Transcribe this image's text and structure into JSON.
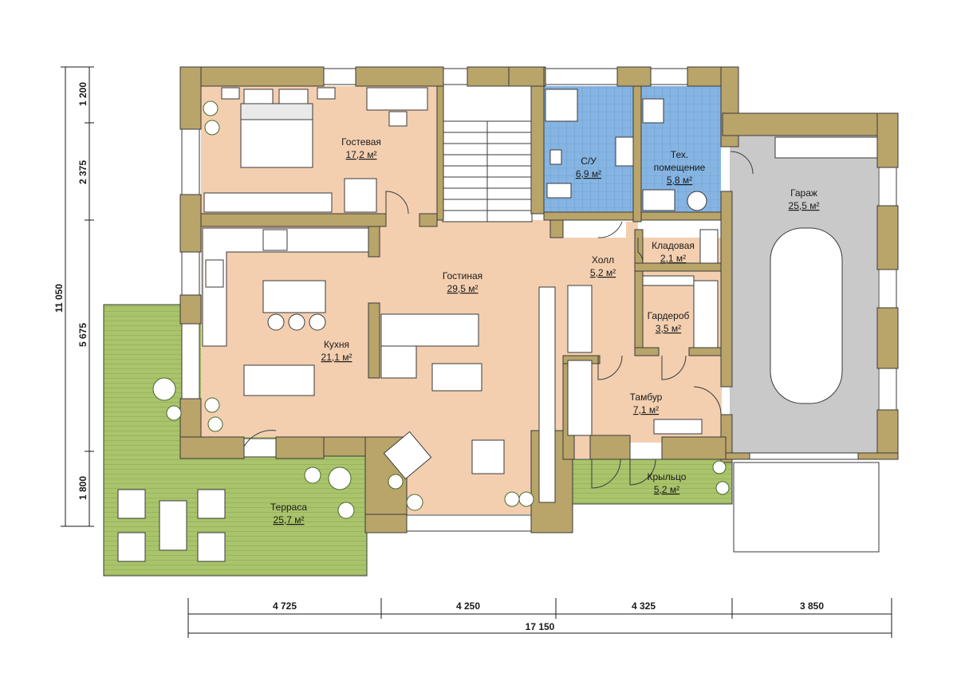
{
  "rooms": {
    "guest": {
      "name": "Гостевая",
      "area": "17,2 м²"
    },
    "bathroom": {
      "name": "С/У",
      "area": "6,9 м²"
    },
    "tech_line1": "Тех.",
    "tech_line2": "помещение",
    "tech_area": "5,8 м²",
    "garage": {
      "name": "Гараж",
      "area": "25,5 м²"
    },
    "storage": {
      "name": "Кладовая",
      "area": "2,1 м²"
    },
    "hall": {
      "name": "Холл",
      "area": "5,2 м²"
    },
    "living": {
      "name": "Гостиная",
      "area": "29,5 м²"
    },
    "kitchen": {
      "name": "Кухня",
      "area": "21,1 м²"
    },
    "wardrobe": {
      "name": "Гардероб",
      "area": "3,5 м²"
    },
    "vestibule": {
      "name": "Тамбур",
      "area": "7,1 м²"
    },
    "porch": {
      "name": "Крыльцо",
      "area": "5,2 м²"
    },
    "terrace": {
      "name": "Терраса",
      "area": "25,7 м²"
    }
  },
  "dimensions": {
    "vertical": [
      "1 200",
      "2 375",
      "5 675",
      "1 800"
    ],
    "vertical_total": "11 050",
    "horizontal": [
      "4 725",
      "4 250",
      "4 325",
      "3 850"
    ],
    "horizontal_total": "17 150"
  },
  "colors": {
    "wall": "#b9a46a",
    "wall_stroke": "#3a3a3a",
    "floor_wood": "#f3cfb0",
    "floor_tile": "#86b5e3",
    "garage_floor": "#c9c9c9",
    "terrace_deck": "#a9c46b"
  }
}
